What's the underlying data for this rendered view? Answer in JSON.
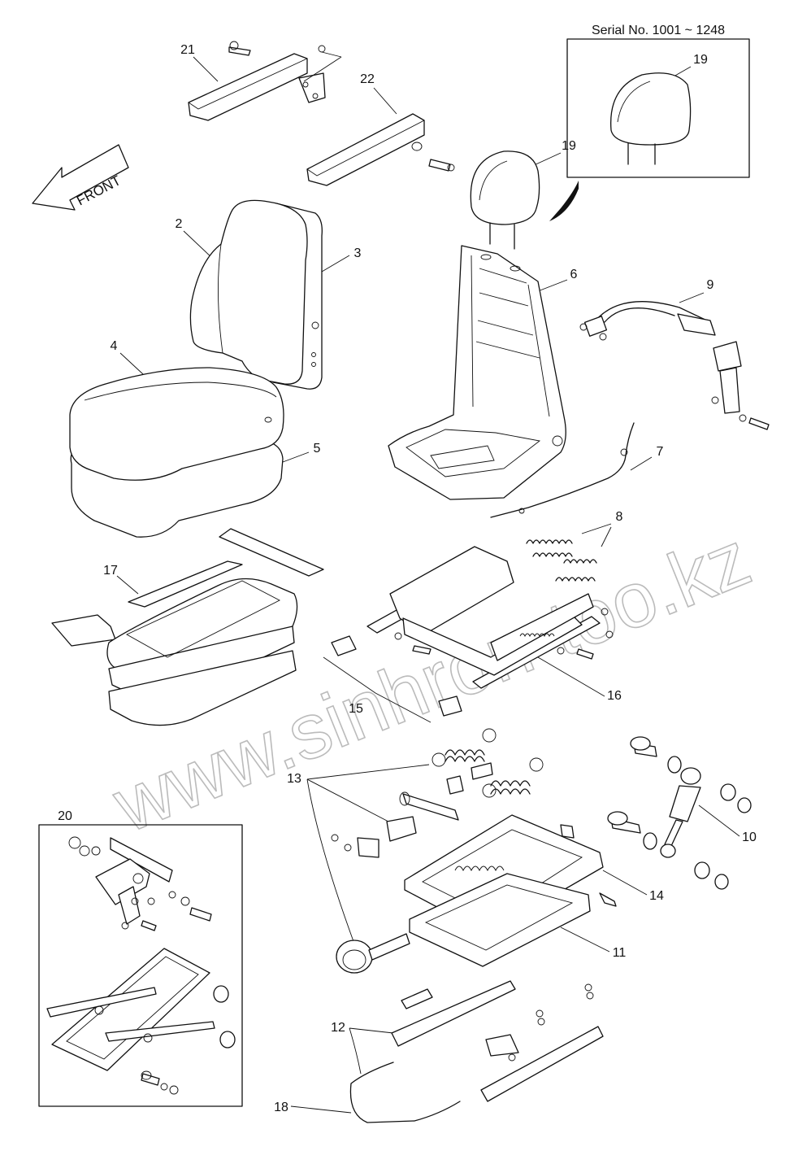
{
  "inset_serial": {
    "title": "Serial No. 1001 ~ 1248",
    "callout": "19"
  },
  "inset_20": {
    "callout": "20"
  },
  "front_label": "FRONT",
  "callouts": {
    "c2": "2",
    "c3": "3",
    "c4": "4",
    "c5": "5",
    "c6": "6",
    "c7": "7",
    "c8": "8",
    "c9": "9",
    "c10": "10",
    "c11": "11",
    "c12": "12",
    "c13": "13",
    "c14": "14",
    "c15": "15",
    "c16": "16",
    "c17": "17",
    "c18": "18",
    "c19": "19",
    "c21": "21",
    "c22": "22"
  },
  "watermark": "www.sinhron-too.kz"
}
